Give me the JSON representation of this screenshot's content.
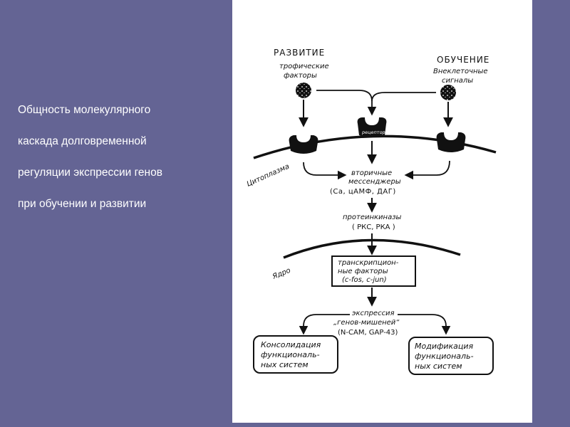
{
  "caption": {
    "lines": [
      "Общность молекулярного",
      "каскада долговременной",
      "регуляции экспрессии генов",
      "при обучении и развитии"
    ]
  },
  "diagram": {
    "development": "РАЗВИТИЕ",
    "learning": "ОБУЧЕНИЕ",
    "trophic": [
      "трофические",
      "факторы"
    ],
    "extracellular": [
      "Внеклеточные",
      "сигналы"
    ],
    "receptor": "рецептор",
    "cytoplasm": "Цитоплазма",
    "nucleus": "Ядро",
    "second_messengers": [
      "вторичные",
      "мессенджеры",
      "(Са, цАМФ, ДАГ)"
    ],
    "protein_kinases": [
      "протеинкиназы",
      "( РКС, РКА )"
    ],
    "transcription_factors": [
      "транскрипцион-",
      "ные факторы",
      "(с-fos, c-jun)"
    ],
    "expression": [
      "экспрессия",
      "„генов-мишеней“",
      "(N-CAM, GAP-43)"
    ],
    "consolidation": [
      "Консолидация",
      "функциональ-",
      "ных систем"
    ],
    "modification": [
      "Модификация",
      "функциональ-",
      "ных систем"
    ]
  }
}
